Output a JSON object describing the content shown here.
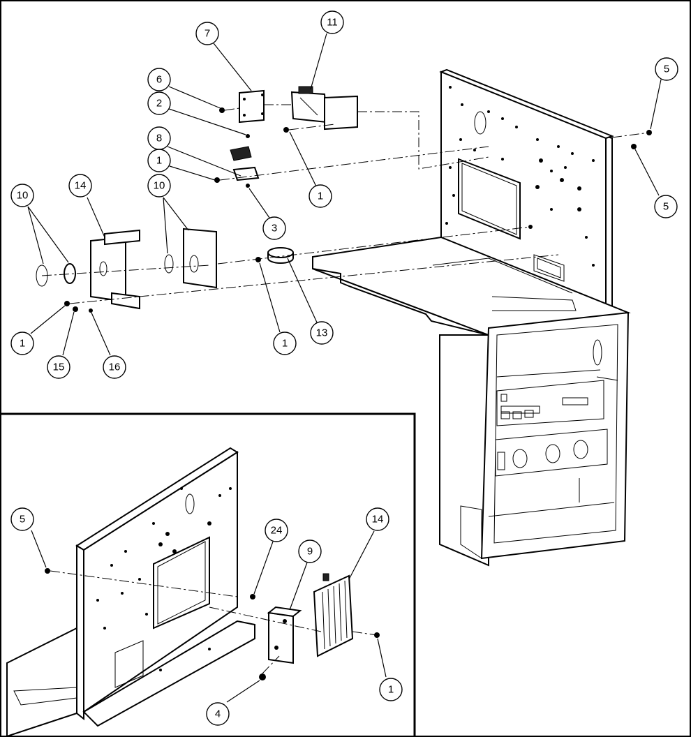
{
  "callouts": [
    {
      "id": "c7",
      "label": "7"
    },
    {
      "id": "c11",
      "label": "11"
    },
    {
      "id": "c6",
      "label": "6"
    },
    {
      "id": "c2",
      "label": "2"
    },
    {
      "id": "c8",
      "label": "8"
    },
    {
      "id": "c1a",
      "label": "1"
    },
    {
      "id": "c1b",
      "label": "1"
    },
    {
      "id": "c10a",
      "label": "10"
    },
    {
      "id": "c14a",
      "label": "14"
    },
    {
      "id": "c10b",
      "label": "10"
    },
    {
      "id": "c3",
      "label": "3"
    },
    {
      "id": "c5a",
      "label": "5"
    },
    {
      "id": "c5b",
      "label": "5"
    },
    {
      "id": "c1c",
      "label": "1"
    },
    {
      "id": "c13",
      "label": "13"
    },
    {
      "id": "c1d",
      "label": "1"
    },
    {
      "id": "c15",
      "label": "15"
    },
    {
      "id": "c16",
      "label": "16"
    },
    {
      "id": "c5c",
      "label": "5"
    },
    {
      "id": "c24",
      "label": "24"
    },
    {
      "id": "c9",
      "label": "9"
    },
    {
      "id": "c14b",
      "label": "14"
    },
    {
      "id": "c1e",
      "label": "1"
    },
    {
      "id": "c4",
      "label": "4"
    }
  ]
}
